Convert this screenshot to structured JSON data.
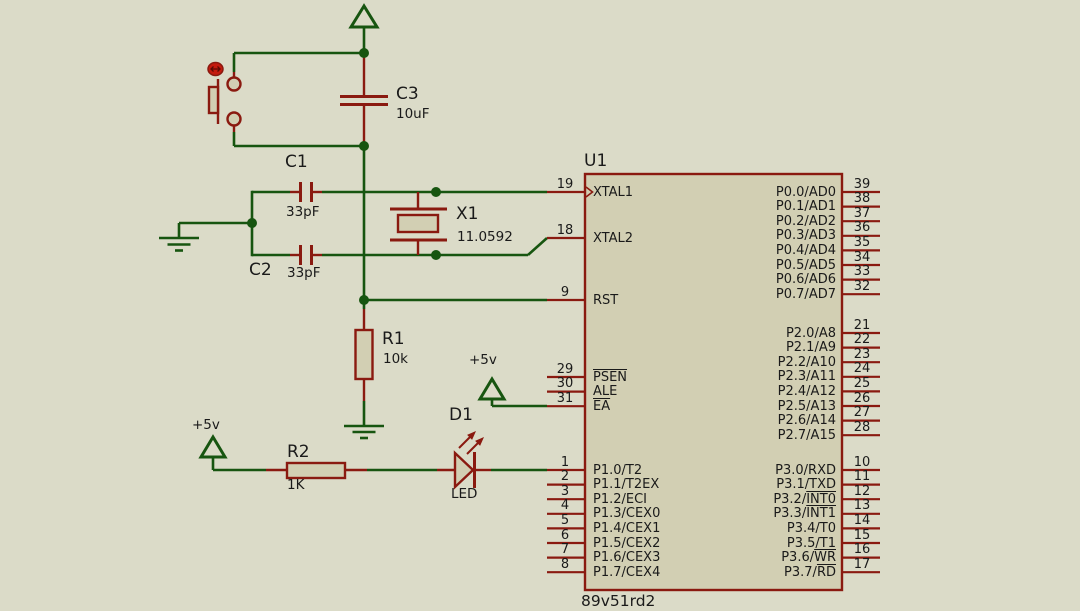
{
  "schematic": {
    "background_color": "#dbdbc8",
    "wire_color": "#175510",
    "component_color": "#8a1a10",
    "fill_color": "#d2cfb3",
    "text_color": "#1a1a1a",
    "indicator_color": "#c41a0e"
  },
  "components": {
    "c3": {
      "ref": "C3",
      "value": "10uF"
    },
    "c1": {
      "ref": "C1",
      "value": "33pF"
    },
    "c2": {
      "ref": "C2",
      "value": "33pF"
    },
    "x1": {
      "ref": "X1",
      "value": "11.0592"
    },
    "r1": {
      "ref": "R1",
      "value": "10k"
    },
    "r2": {
      "ref": "R2",
      "value": "1K"
    },
    "d1": {
      "ref": "D1",
      "value": "LED"
    },
    "vcc_ea_label": "+5v",
    "vcc_led_label": "+5v"
  },
  "chip": {
    "ref": "U1",
    "part": "89v51rd2",
    "left_pin_groups": [
      [
        {
          "num": "19",
          "label": "XTAL1"
        }
      ],
      [
        {
          "num": "18",
          "label": "XTAL2"
        }
      ],
      [
        {
          "num": "9",
          "label": "RST"
        }
      ],
      [
        {
          "num": "29",
          "label": "{PSEN}"
        },
        {
          "num": "30",
          "label": "ALE"
        },
        {
          "num": "31",
          "label": "{EA}"
        }
      ],
      [
        {
          "num": "1",
          "label": "P1.0/T2"
        },
        {
          "num": "2",
          "label": "P1.1/T2EX"
        },
        {
          "num": "3",
          "label": "P1.2/ECI"
        },
        {
          "num": "4",
          "label": "P1.3/CEX0"
        },
        {
          "num": "5",
          "label": "P1.4/CEX1"
        },
        {
          "num": "6",
          "label": "P1.5/CEX2"
        },
        {
          "num": "7",
          "label": "P1.6/CEX3"
        },
        {
          "num": "8",
          "label": "P1.7/CEX4"
        }
      ]
    ],
    "right_pin_groups": [
      [
        {
          "num": "39",
          "label": "P0.0/AD0"
        },
        {
          "num": "38",
          "label": "P0.1/AD1"
        },
        {
          "num": "37",
          "label": "P0.2/AD2"
        },
        {
          "num": "36",
          "label": "P0.3/AD3"
        },
        {
          "num": "35",
          "label": "P0.4/AD4"
        },
        {
          "num": "34",
          "label": "P0.5/AD5"
        },
        {
          "num": "33",
          "label": "P0.6/AD6"
        },
        {
          "num": "32",
          "label": "P0.7/AD7"
        }
      ],
      [
        {
          "num": "21",
          "label": "P2.0/A8"
        },
        {
          "num": "22",
          "label": "P2.1/A9"
        },
        {
          "num": "23",
          "label": "P2.2/A10"
        },
        {
          "num": "24",
          "label": "P2.3/A11"
        },
        {
          "num": "25",
          "label": "P2.4/A12"
        },
        {
          "num": "26",
          "label": "P2.5/A13"
        },
        {
          "num": "27",
          "label": "P2.6/A14"
        },
        {
          "num": "28",
          "label": "P2.7/A15"
        }
      ],
      [
        {
          "num": "10",
          "label": "P3.0/RXD"
        },
        {
          "num": "11",
          "label": "P3.1/TXD"
        },
        {
          "num": "12",
          "label": "P3.2/{INT0}"
        },
        {
          "num": "13",
          "label": "P3.3/{INT1}"
        },
        {
          "num": "14",
          "label": "P3.4/T0"
        },
        {
          "num": "15",
          "label": "P3.5/T1"
        },
        {
          "num": "16",
          "label": "P3.6/{WR}"
        },
        {
          "num": "17",
          "label": "P3.7/{RD}"
        }
      ]
    ]
  }
}
